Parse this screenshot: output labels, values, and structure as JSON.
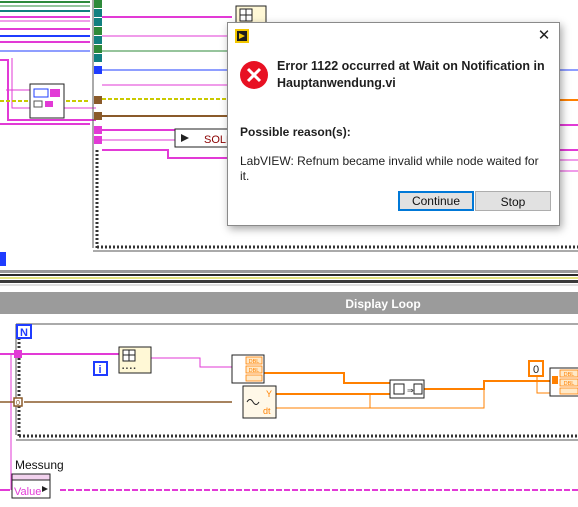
{
  "diagram": {
    "display_loop_title": "Display Loop",
    "sollwert_label": "SOLL",
    "measurement_label": "Messung",
    "value_label": "Value",
    "count_terminal": "N",
    "iteration_terminal": "i",
    "constant_value": "0",
    "zero_marker": "0",
    "dbl_tag": "DBL",
    "y_label": "Y",
    "dt_label": "dt",
    "colors": {
      "wire_pink": "#e23ad6",
      "wire_orange": "#ff8000",
      "wire_blue": "#1f3cff",
      "wire_brown": "#8a5a2a",
      "wire_green": "#2e8a3a",
      "wire_teal": "#118080",
      "wire_yellow": "#c9c900",
      "loop_bar": "#7b7b7b"
    }
  },
  "dialog": {
    "error_title": "Error 1122 occurred at Wait on Notification in Hauptanwendung.vi",
    "reason_heading": "Possible reason(s):",
    "reason_text": "LabVIEW:  Refnum became invalid while node waited for it.",
    "continue_label": "Continue",
    "stop_label": "Stop",
    "close_glyph": "✕",
    "app_icon": "labview-app-icon",
    "error_icon": "error-x-icon"
  }
}
